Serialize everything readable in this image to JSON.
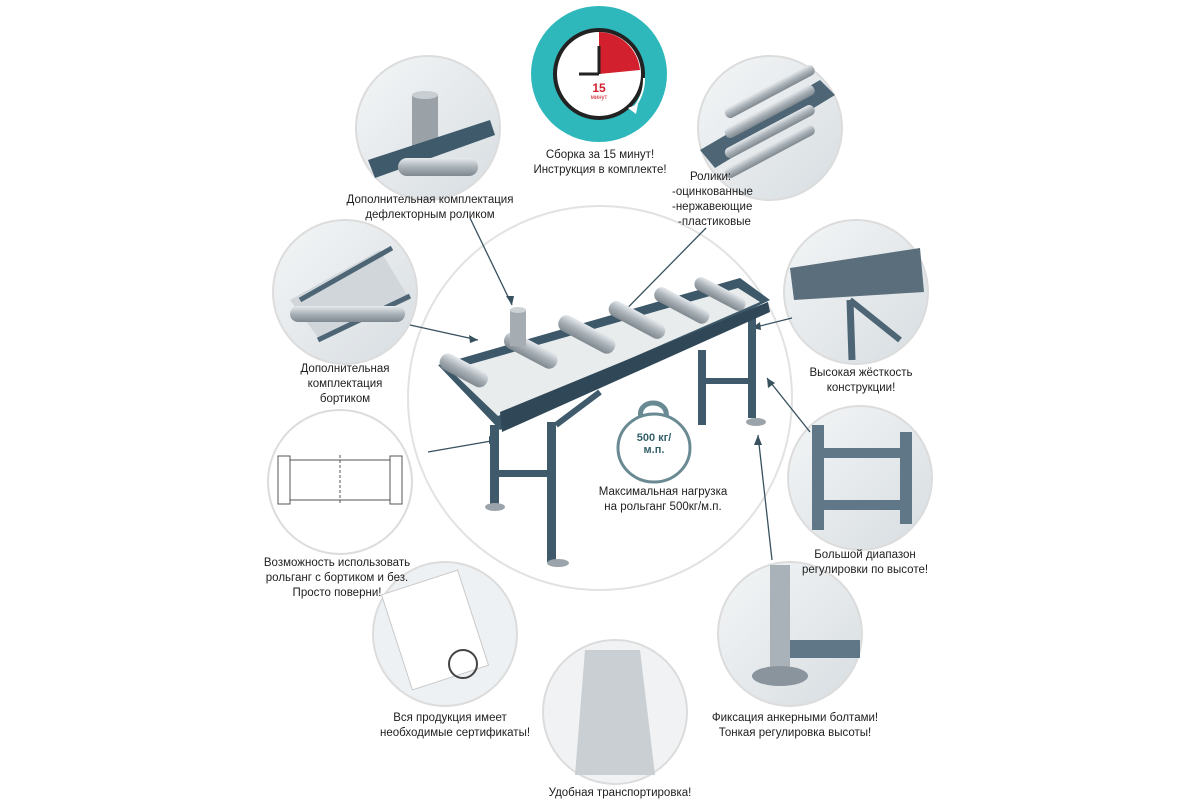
{
  "clock": {
    "number": "15",
    "sub": "минут"
  },
  "weight": {
    "line1": "500 кг/",
    "line2": "м.п."
  },
  "captions": {
    "assembly": [
      "Сборка за 15 минут!",
      "Инструкция в комплекте!"
    ],
    "deflector": [
      "Дополнительная комплектация",
      "дефлекторным роликом"
    ],
    "rollers": [
      "Ролики:",
      "-оцинкованные",
      "-нержавеющие",
      "-пластиковые"
    ],
    "side": [
      "Дополнительная",
      "комплектация",
      "бортиком"
    ],
    "rigidity": [
      "Высокая жёсткость",
      "конструкции!"
    ],
    "load": [
      "Максимальная нагрузка",
      "на рольганг 500кг/м.п."
    ],
    "height": [
      "Большой диапазон",
      "регулировки по высоте!"
    ],
    "reverse": [
      "Возможность использовать",
      "рольганг с бортиком и без.",
      "Просто поверни!"
    ],
    "certs": [
      "Вся продукция имеет",
      "необходимые сертификаты!"
    ],
    "anchor": [
      "Фиксация анкерными болтами!",
      "Тонкая регулировка высоты!"
    ],
    "transport": [
      "Удобная транспортировка!"
    ]
  },
  "colors": {
    "frame": "#3f5a6b",
    "roller": "#b9c0c6",
    "teal": "#2fb4b8",
    "red": "#d2202f",
    "circleBorder": "#dcdcdc"
  }
}
